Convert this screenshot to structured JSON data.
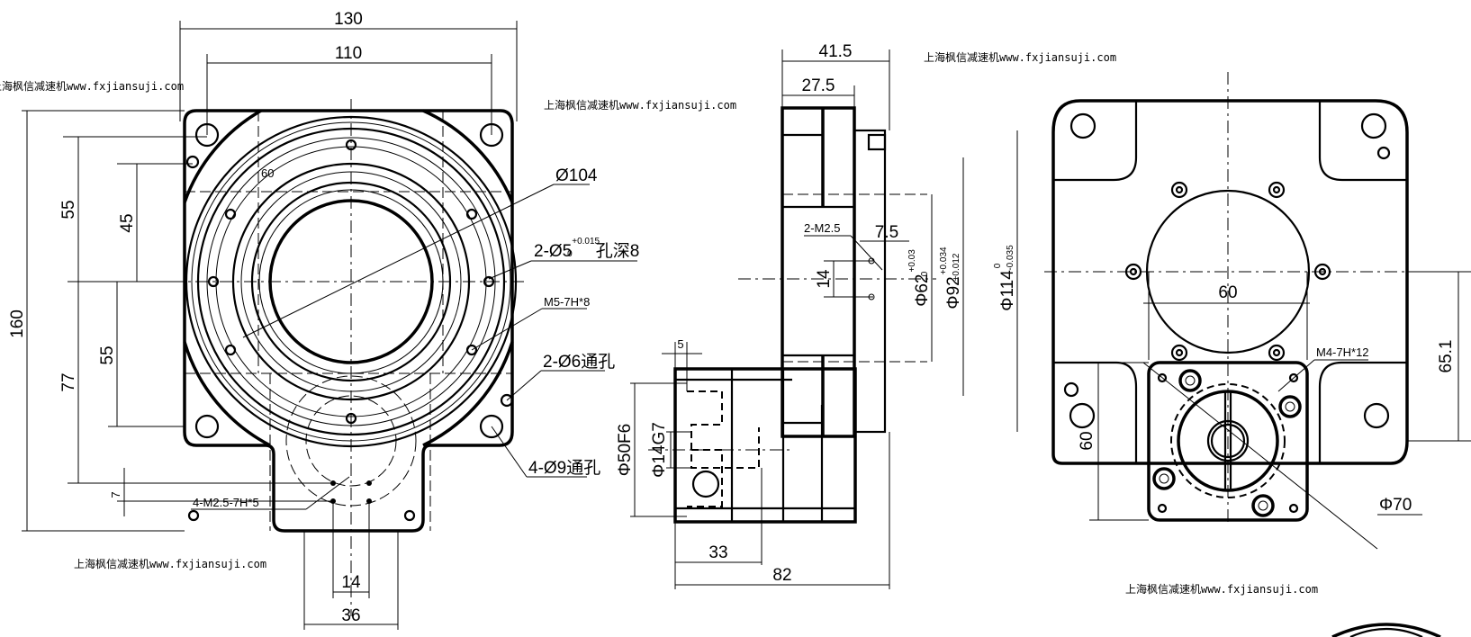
{
  "watermark": "上海枫信减速机www.fxjiansuji.com",
  "front_view": {
    "dims": {
      "width_overall": "130",
      "hole_spacing_x": "110",
      "height_overall": "160",
      "top_55": "55",
      "top_45": "45",
      "bottom_55": "55",
      "bottom_77": "77",
      "offset_7": "7",
      "angle_60": "60",
      "bottom_14": "14",
      "bottom_36": "36"
    },
    "callouts": {
      "bore": "Ø104",
      "pin_holes_main": "2-Ø5",
      "pin_holes_tol_upper": "+0.015",
      "pin_holes_tol_lower": "0",
      "pin_holes_depth": "孔深8",
      "tapped": "M5-7H*8",
      "through_6": "2-Ø6通孔",
      "through_9": "4-Ø9通孔",
      "motor_tapped": "4-M2.5-7H*5"
    }
  },
  "side_view": {
    "dims": {
      "len_41_5": "41.5",
      "len_27_5": "27.5",
      "offset_7_5": "7.5",
      "spacing_14": "14",
      "len_5": "5",
      "len_33": "33",
      "len_82": "82"
    },
    "callouts": {
      "m2_5": "2-M2.5",
      "d62": "Φ62",
      "d62_tol_upper": "+0.03",
      "d62_tol_lower": "0",
      "d92": "Φ92",
      "d92_tol_upper": "+0.034",
      "d92_tol_lower": "+0.012",
      "d114": "Φ114",
      "d114_tol_upper": "0",
      "d114_tol_lower": "-0.035",
      "d50": "Φ50F6",
      "d14": "Φ14G7"
    }
  },
  "rear_view": {
    "dims": {
      "width_60": "60",
      "height_60": "60",
      "offset_65_1": "65.1"
    },
    "callouts": {
      "m4": "M4-7H*12",
      "d70": "Φ70"
    }
  }
}
